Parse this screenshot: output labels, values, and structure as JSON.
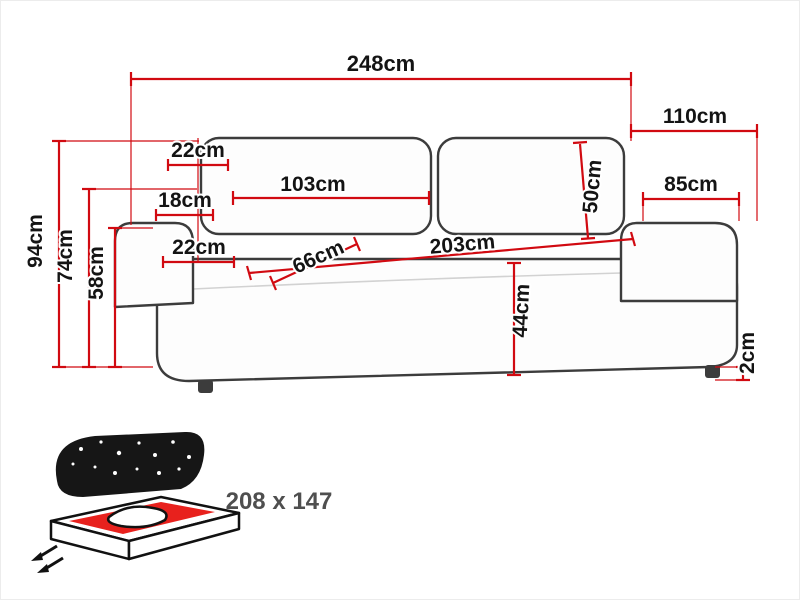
{
  "title": "Sofa dimensions diagram",
  "dimensions": {
    "total_width": "248cm",
    "total_depth": "110cm",
    "cushion_thickness": "22cm",
    "back_gap": "18cm",
    "cushion_width": "103cm",
    "cushion_height": "50cm",
    "armrest_length": "85cm",
    "total_height": "94cm",
    "backrest_height": "74cm",
    "armrest_height": "58cm",
    "armrest_width": "22cm",
    "seat_depth": "66cm",
    "seat_width": "203cm",
    "seat_height": "44cm",
    "leg_height": "2cm"
  },
  "sleeping_area": {
    "size": "208 x 147"
  },
  "colors": {
    "dimension_line": "#d10a11",
    "outline": "#3c3c3c",
    "text": "#141414",
    "bed_accent": "#e8211d"
  }
}
